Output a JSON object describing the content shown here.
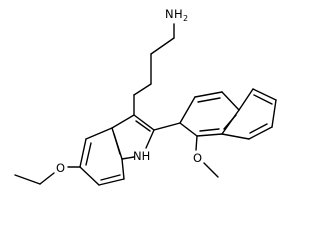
{
  "molecule": {
    "atom_labels": {
      "amine_n": "N",
      "amine_h": "H",
      "amine_h_count": "2",
      "indole_nh": "NH",
      "ethoxy_o": "O",
      "methoxy_o": "O"
    }
  }
}
